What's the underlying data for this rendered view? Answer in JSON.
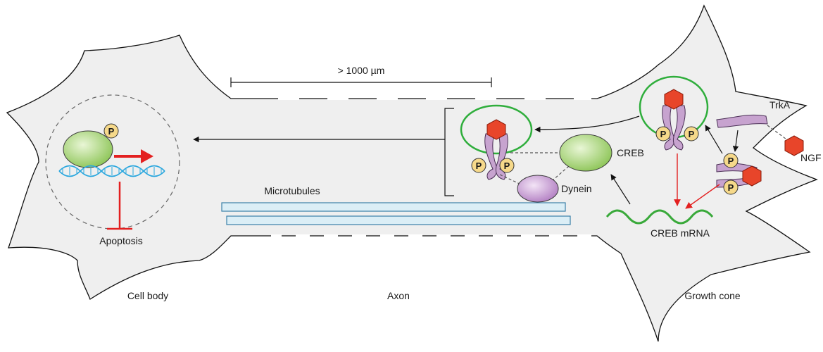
{
  "labels": {
    "scale": "> 1000 µm",
    "microtubules": "Microtubules",
    "creb": "CREB",
    "dynein": "Dynein",
    "trka": "TrkA",
    "ngf": "NGF",
    "creb_mrna": "CREB mRNA",
    "apoptosis": "Apoptosis",
    "cell_body": "Cell body",
    "axon": "Axon",
    "growth_cone": "Growth cone",
    "phospho": "P"
  },
  "colors": {
    "cell_fill": "#efefef",
    "outline": "#111111",
    "nucleus_dash": "#666666",
    "creb_green": "#a6d470",
    "dynein_purple": "#c49ad1",
    "trka_purple": "#c7a3cf",
    "ngf_red": "#e8452a",
    "phospho_yellow": "#f6d98a",
    "endosome_green": "#2fae3c",
    "dna_blue": "#2aa7de",
    "microtubule_fill": "#dbeef6",
    "microtubule_stroke": "#3a7fa8",
    "activation_red": "#e32020",
    "mrna_green": "#39a93a"
  }
}
